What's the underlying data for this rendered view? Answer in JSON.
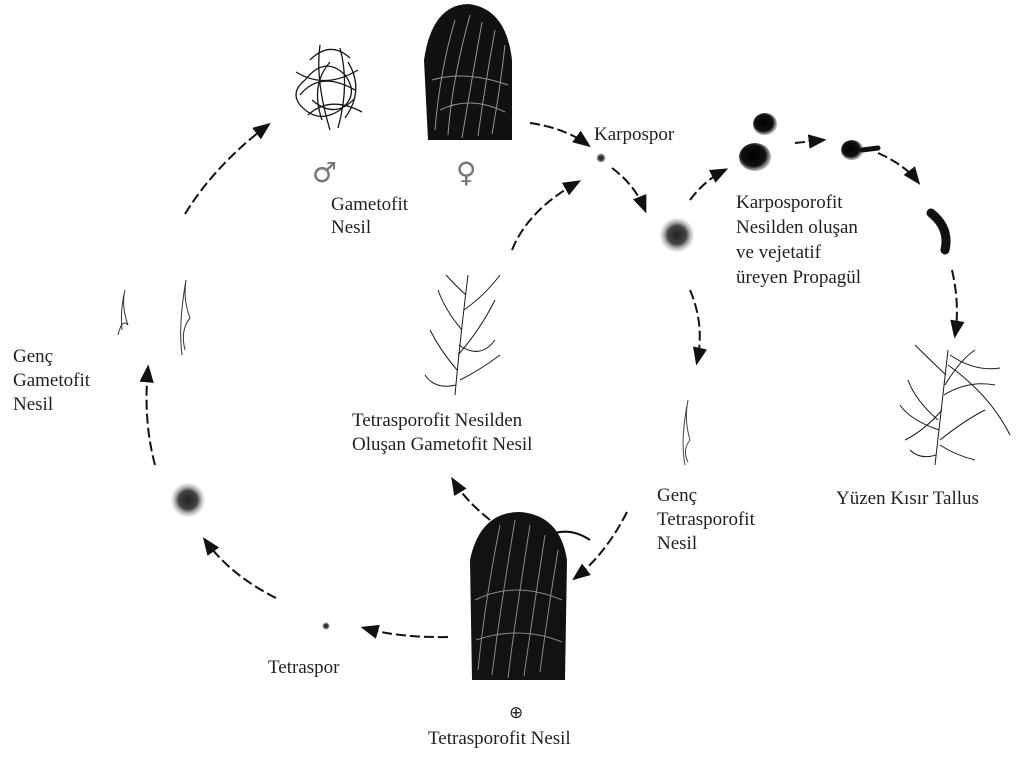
{
  "labels": {
    "gametofit": "Gametofit\nNesil",
    "karpospor": "Karpospor",
    "karposporofit": "Karposporofit\nNesilden oluşan\nve vejetatif\nüreyen Propagül",
    "genc_gametofit": "Genç\nGametofit\nNesil",
    "tetra_gametofit": "Tetrasporofit Nesilden\nOluşan Gametofit Nesil",
    "genc_tetrasporofit": "Genç\nTetrasporofit\nNesil",
    "yuzen": "Yüzen Kısır Tallus",
    "tetraspor": "Tetraspor",
    "tetrasporofit": "Tetrasporofit Nesil"
  },
  "symbols": {
    "male": "♂",
    "female": "♀",
    "tetrasporophyte": "⊕"
  },
  "colors": {
    "ink": "#141414",
    "arrow": "#111111",
    "label": "#1f1f1f",
    "symbol": "#777777"
  }
}
